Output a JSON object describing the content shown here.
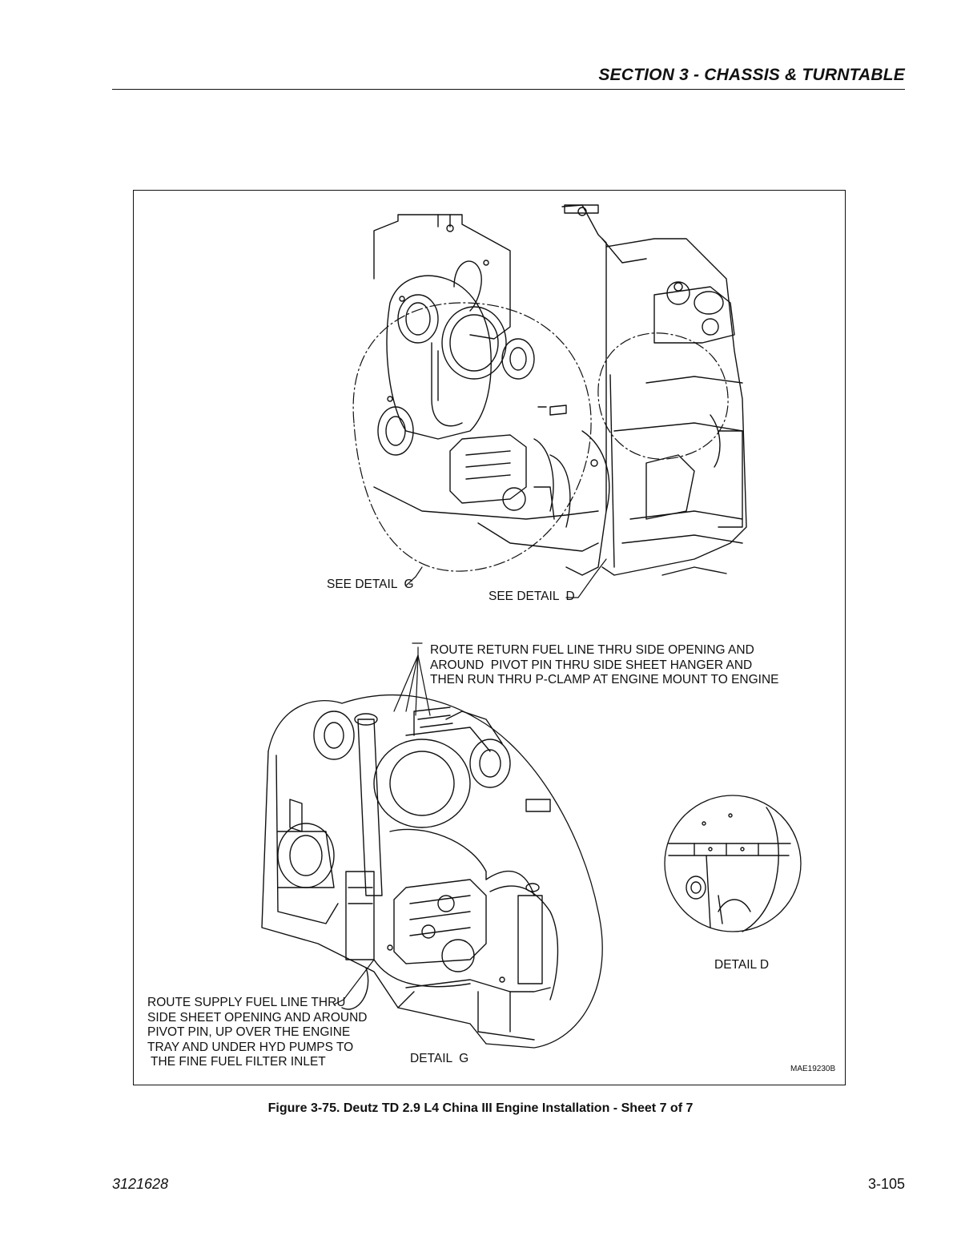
{
  "header": {
    "section_title": "SECTION 3 - CHASSIS & TURNTABLE"
  },
  "figure": {
    "callouts": {
      "see_detail_g": "SEE DETAIL  G",
      "see_detail_d": "SEE DETAIL  D",
      "return_fuel_line": "ROUTE RETURN FUEL LINE THRU SIDE OPENING AND\nAROUND  PIVOT PIN THRU SIDE SHEET HANGER AND\nTHEN RUN THRU P-CLAMP AT ENGINE MOUNT TO ENGINE",
      "supply_fuel_line": "ROUTE SUPPLY FUEL LINE THRU\nSIDE SHEET OPENING AND AROUND\nPIVOT PIN, UP OVER THE ENGINE\nTRAY AND UNDER HYD PUMPS TO\n THE FINE FUEL FILTER INLET",
      "detail_d": "DETAIL D",
      "detail_g": "DETAIL  G",
      "drawing_number": "MAE19230B"
    },
    "caption": "Figure 3-75.  Deutz TD 2.9 L4 China III Engine Installation - Sheet 7 of 7"
  },
  "footer": {
    "doc_number": "3121628",
    "page_number": "3-105"
  }
}
